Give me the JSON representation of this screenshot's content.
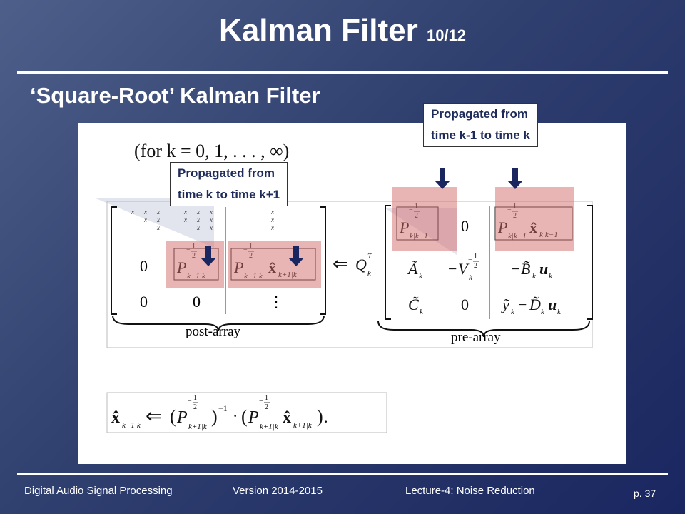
{
  "slide": {
    "title": "Kalman Filter",
    "page_indicator": "10/12",
    "subtitle": "‘Square-Root’ Kalman Filter"
  },
  "callouts": {
    "top_line1": "Propagated from",
    "top_line2": "time k-1 to time k",
    "left_line1": "Propagated from",
    "left_line2": "time k to time k+1"
  },
  "equation": {
    "loop": "(for k = 0, 1, . . . , ∞)",
    "post_label": "post-array",
    "pre_label": "pre-array",
    "zero": "0",
    "vdots": "⋮",
    "cross": "x"
  },
  "footer": {
    "course": "Digital Audio Signal Processing",
    "version": "Version 2014-2015",
    "lecture": "Lecture-4: Noise Reduction",
    "page": "p. 37"
  },
  "colors": {
    "highlight": "#d46a6a",
    "arrow": "#1a2660",
    "callout_text": "#1e2b5a"
  }
}
